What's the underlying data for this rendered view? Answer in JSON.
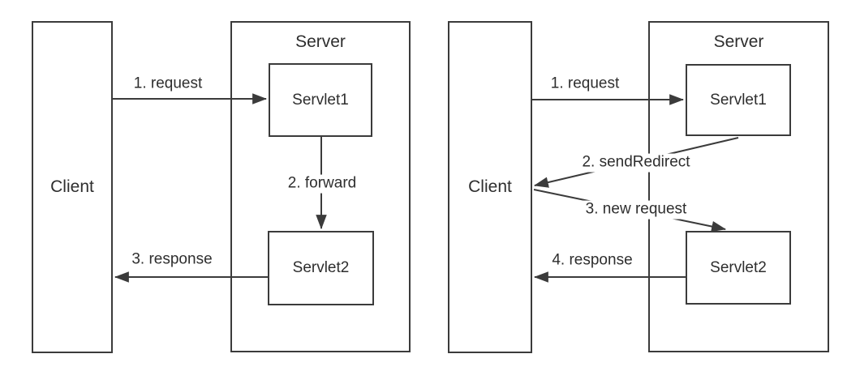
{
  "title": "Servlet forward vs sendRedirect diagram",
  "colors": {
    "line": "#3b3b3b",
    "text": "#2e2e2e",
    "background": "#ffffff"
  },
  "diagrams": [
    {
      "name": "forward-flow",
      "client": "Client",
      "server": "Server",
      "servlet1": "Servlet1",
      "servlet2": "Servlet2",
      "arrows": {
        "request": "1. request",
        "forward": "2. forward",
        "response": "3. response"
      }
    },
    {
      "name": "redirect-flow",
      "client": "Client",
      "server": "Server",
      "servlet1": "Servlet1",
      "servlet2": "Servlet2",
      "arrows": {
        "request": "1. request",
        "sendRedirect": "2. sendRedirect",
        "newRequest": "3. new request",
        "response": "4. response"
      }
    }
  ]
}
